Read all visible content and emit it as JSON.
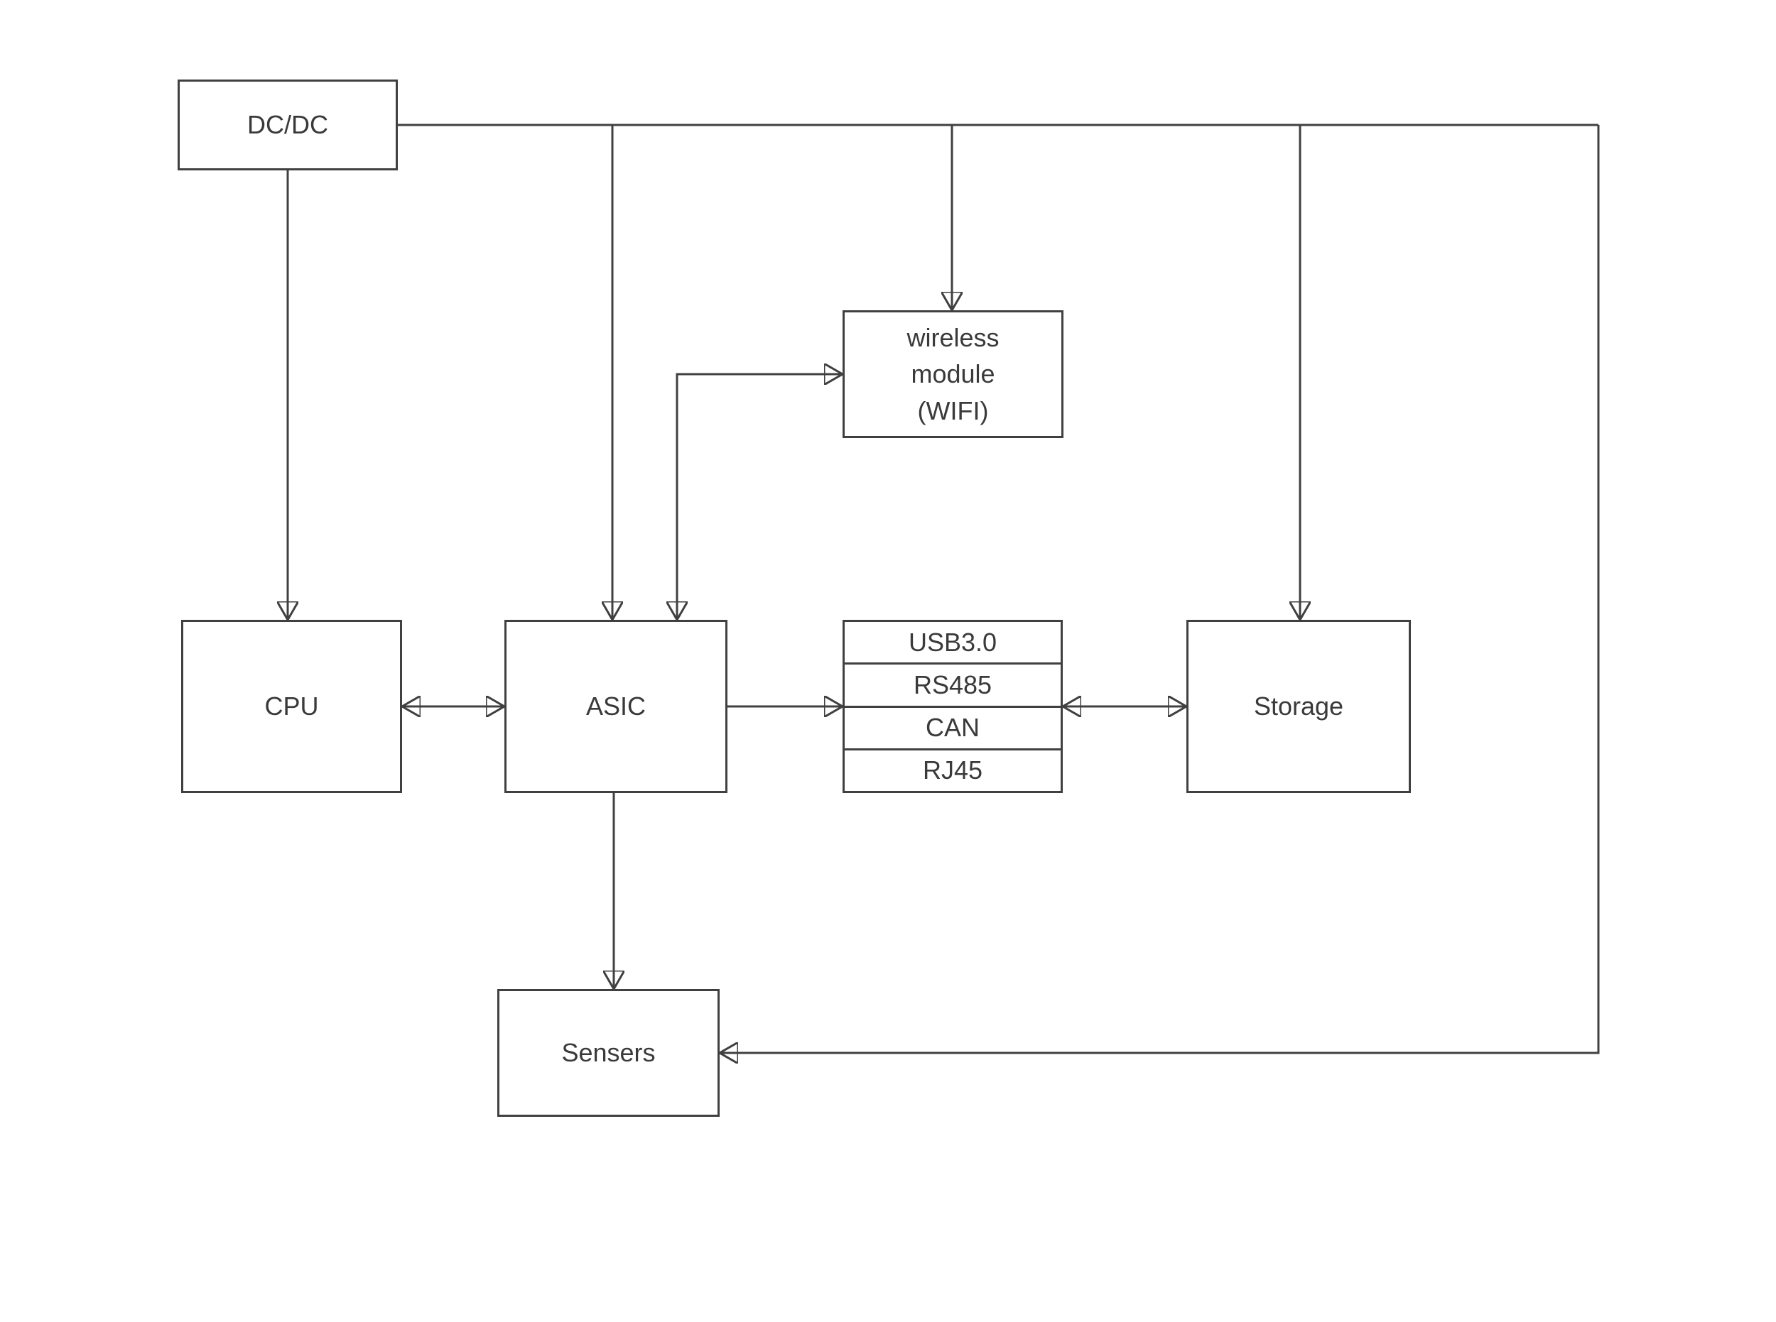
{
  "diagram": {
    "type": "block-diagram",
    "nodes": {
      "dcdc": {
        "label": "DC/DC"
      },
      "cpu": {
        "label": "CPU"
      },
      "asic": {
        "label": "ASIC"
      },
      "wireless_module": {
        "line1": "wireless",
        "line2": "module",
        "line3": "(WIFI)"
      },
      "io_stack": {
        "rows": [
          "USB3.0",
          "RS485",
          "CAN",
          "RJ45"
        ]
      },
      "storage": {
        "label": "Storage"
      },
      "sensors": {
        "label": "Sensers"
      }
    },
    "connections": [
      "DC/DC -> CPU",
      "DC/DC -> ASIC",
      "DC/DC -> wireless module (WIFI)",
      "DC/DC -> Storage",
      "DC/DC -> Sensers",
      "CPU <-> ASIC",
      "ASIC <-> wireless module (WIFI)",
      "ASIC -> io stack",
      "io stack <-> Storage",
      "ASIC -> Sensers"
    ],
    "colors": {
      "line": "#404040",
      "text": "#3a3a3a",
      "background": "#ffffff"
    }
  }
}
